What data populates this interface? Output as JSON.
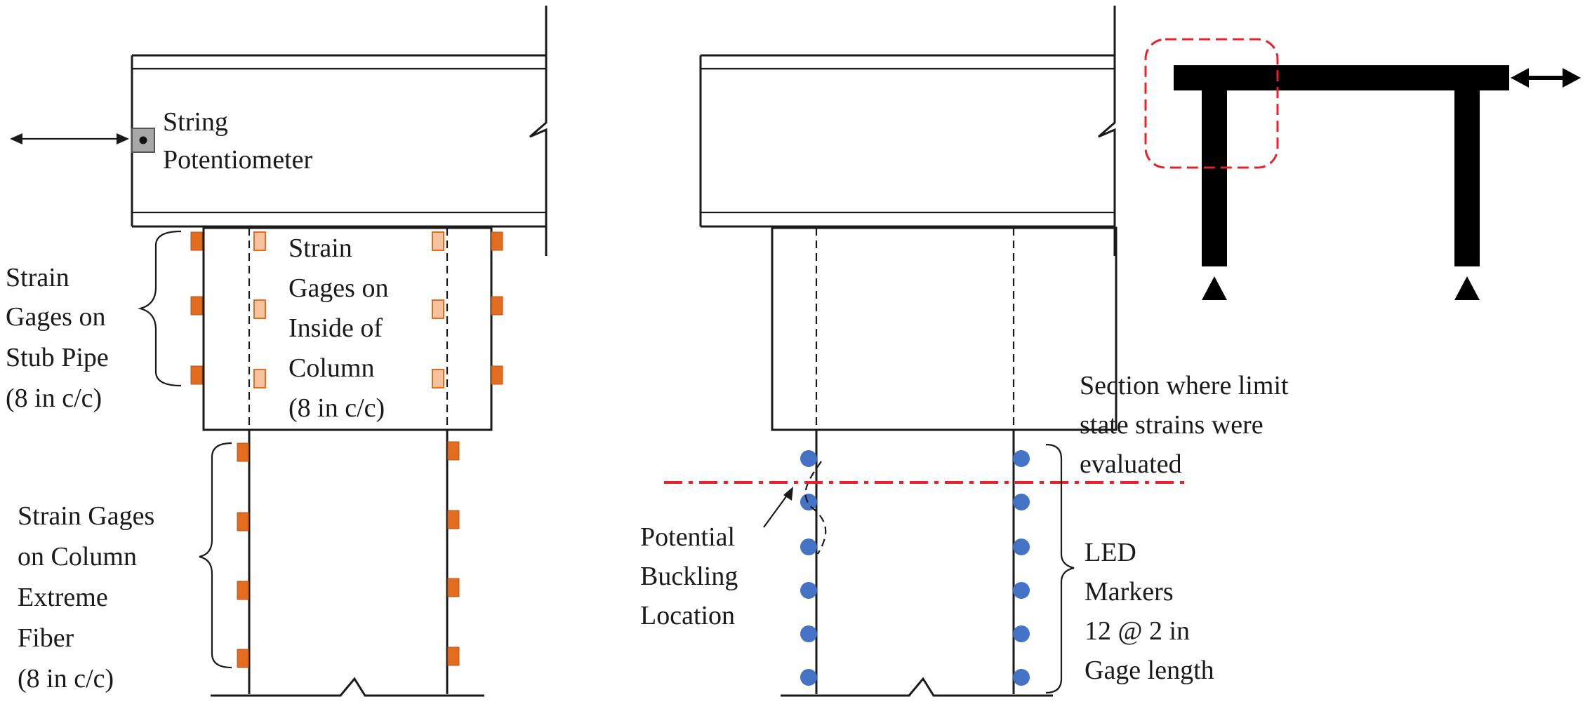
{
  "colors": {
    "gage_outer": "#e46c1e",
    "gage_inner": "#f6c2a0",
    "led": "#4472c4",
    "section_line": "#e8202a",
    "frame": "#000000",
    "ink": "#1a1a1a"
  },
  "left_panel": {
    "string_potentiometer": [
      "String",
      "Potentiometer"
    ],
    "stub_pipe_gages": [
      "Strain",
      "Gages on",
      "Stub Pipe",
      "(8 in c/c)"
    ],
    "inside_gages": [
      "Strain",
      "Gages on",
      "Inside of",
      "Column",
      "(8 in c/c)"
    ],
    "extreme_fiber_gages": [
      "Strain Gages",
      "on Column",
      "Extreme",
      "Fiber",
      "(8 in c/c)"
    ]
  },
  "right_panel": {
    "section_label": [
      "Section where limit",
      "state strains were",
      "evaluated"
    ],
    "buckling_label": [
      "Potential",
      "Buckling",
      "Location"
    ],
    "led_label": [
      "LED",
      "Markers",
      "12 @ 2 in",
      "Gage length"
    ]
  },
  "icons": {
    "displacement_arrow": "double-headed-arrow-icon",
    "support": "pin-support-triangle-icon"
  }
}
